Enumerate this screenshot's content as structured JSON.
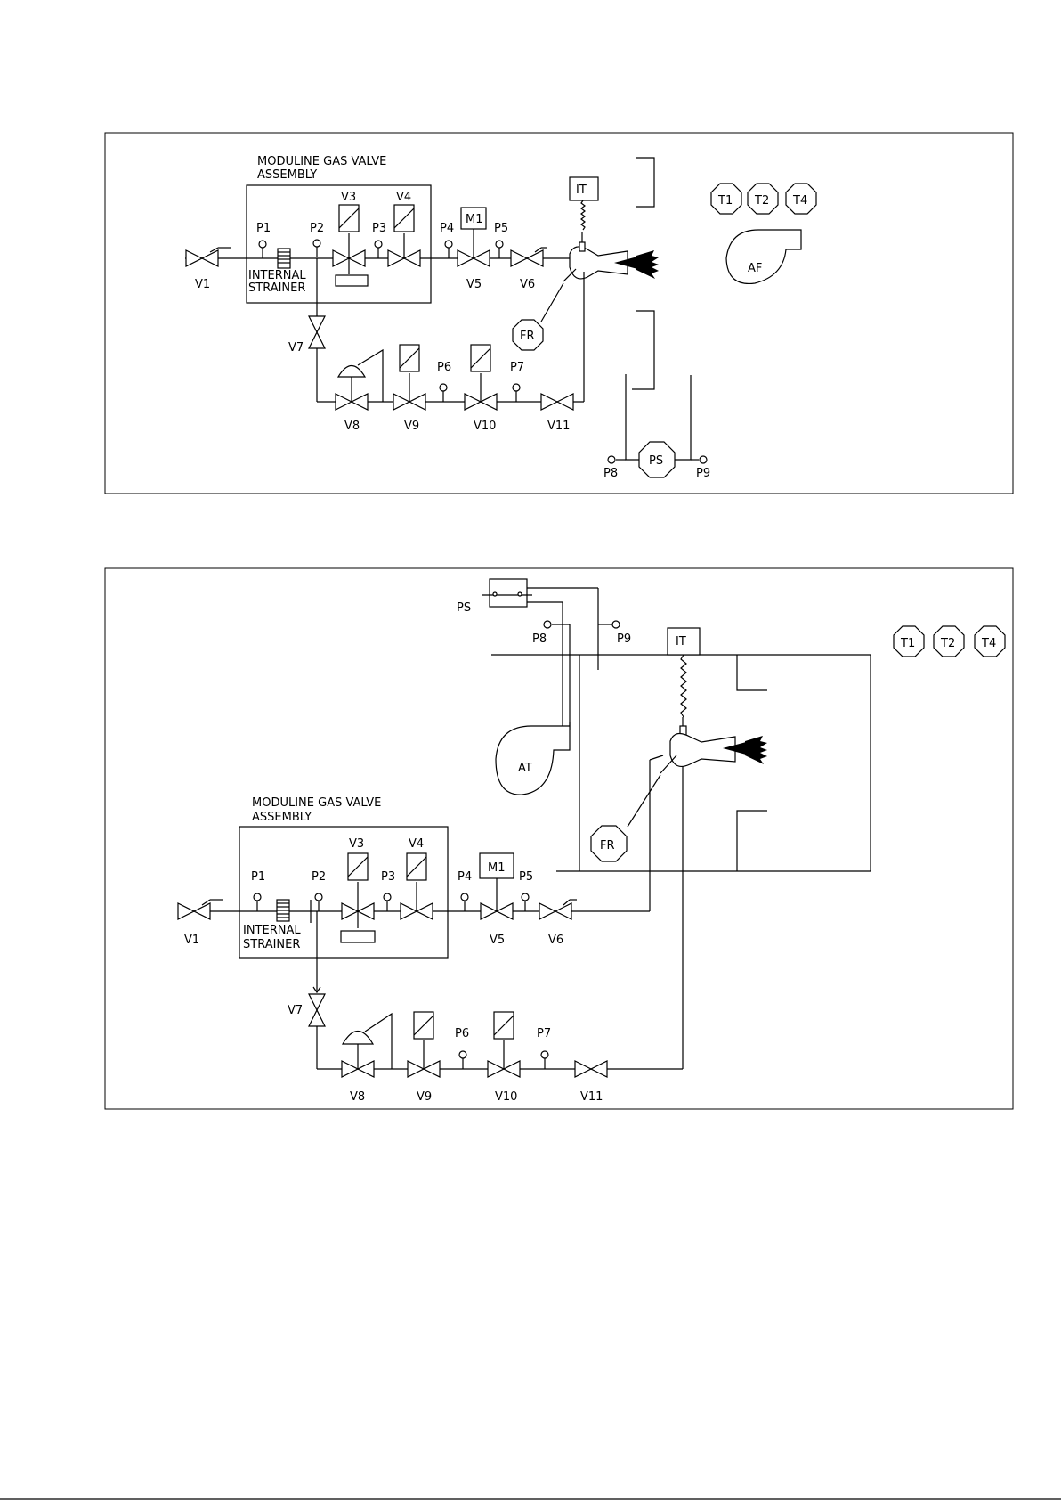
{
  "diagram_1": {
    "assembly_title_1": "MODULINE GAS VALVE",
    "assembly_title_2": "ASSEMBLY",
    "strainer_1": "INTERNAL",
    "strainer_2": "STRAINER",
    "valves": {
      "V1": "V1",
      "V3": "V3",
      "V4": "V4",
      "V5": "V5",
      "V6": "V6",
      "V7": "V7",
      "V8": "V8",
      "V9": "V9",
      "V10": "V10",
      "V11": "V11"
    },
    "points": {
      "P1": "P1",
      "P2": "P2",
      "P3": "P3",
      "P4": "P4",
      "P5": "P5",
      "P6": "P6",
      "P7": "P7",
      "P8": "P8",
      "P9": "P9"
    },
    "motor": "M1",
    "igniter": "IT",
    "flame_rod": "FR",
    "pressure_switch": "PS",
    "fan": "AF",
    "thermostats": [
      "T1",
      "T2",
      "T4"
    ]
  },
  "diagram_2": {
    "assembly_title_1": "MODULINE GAS VALVE",
    "assembly_title_2": "ASSEMBLY",
    "strainer_1": "INTERNAL",
    "strainer_2": "STRAINER",
    "valves": {
      "V1": "V1",
      "V3": "V3",
      "V4": "V4",
      "V5": "V5",
      "V6": "V6",
      "V7": "V7",
      "V8": "V8",
      "V9": "V9",
      "V10": "V10",
      "V11": "V11"
    },
    "points": {
      "P1": "P1",
      "P2": "P2",
      "P3": "P3",
      "P4": "P4",
      "P5": "P5",
      "P6": "P6",
      "P7": "P7",
      "P8": "P8",
      "P9": "P9"
    },
    "motor": "M1",
    "igniter": "IT",
    "flame_rod": "FR",
    "pressure_switch": "PS",
    "fan": "AT",
    "thermostats": [
      "T1",
      "T2",
      "T4"
    ]
  }
}
